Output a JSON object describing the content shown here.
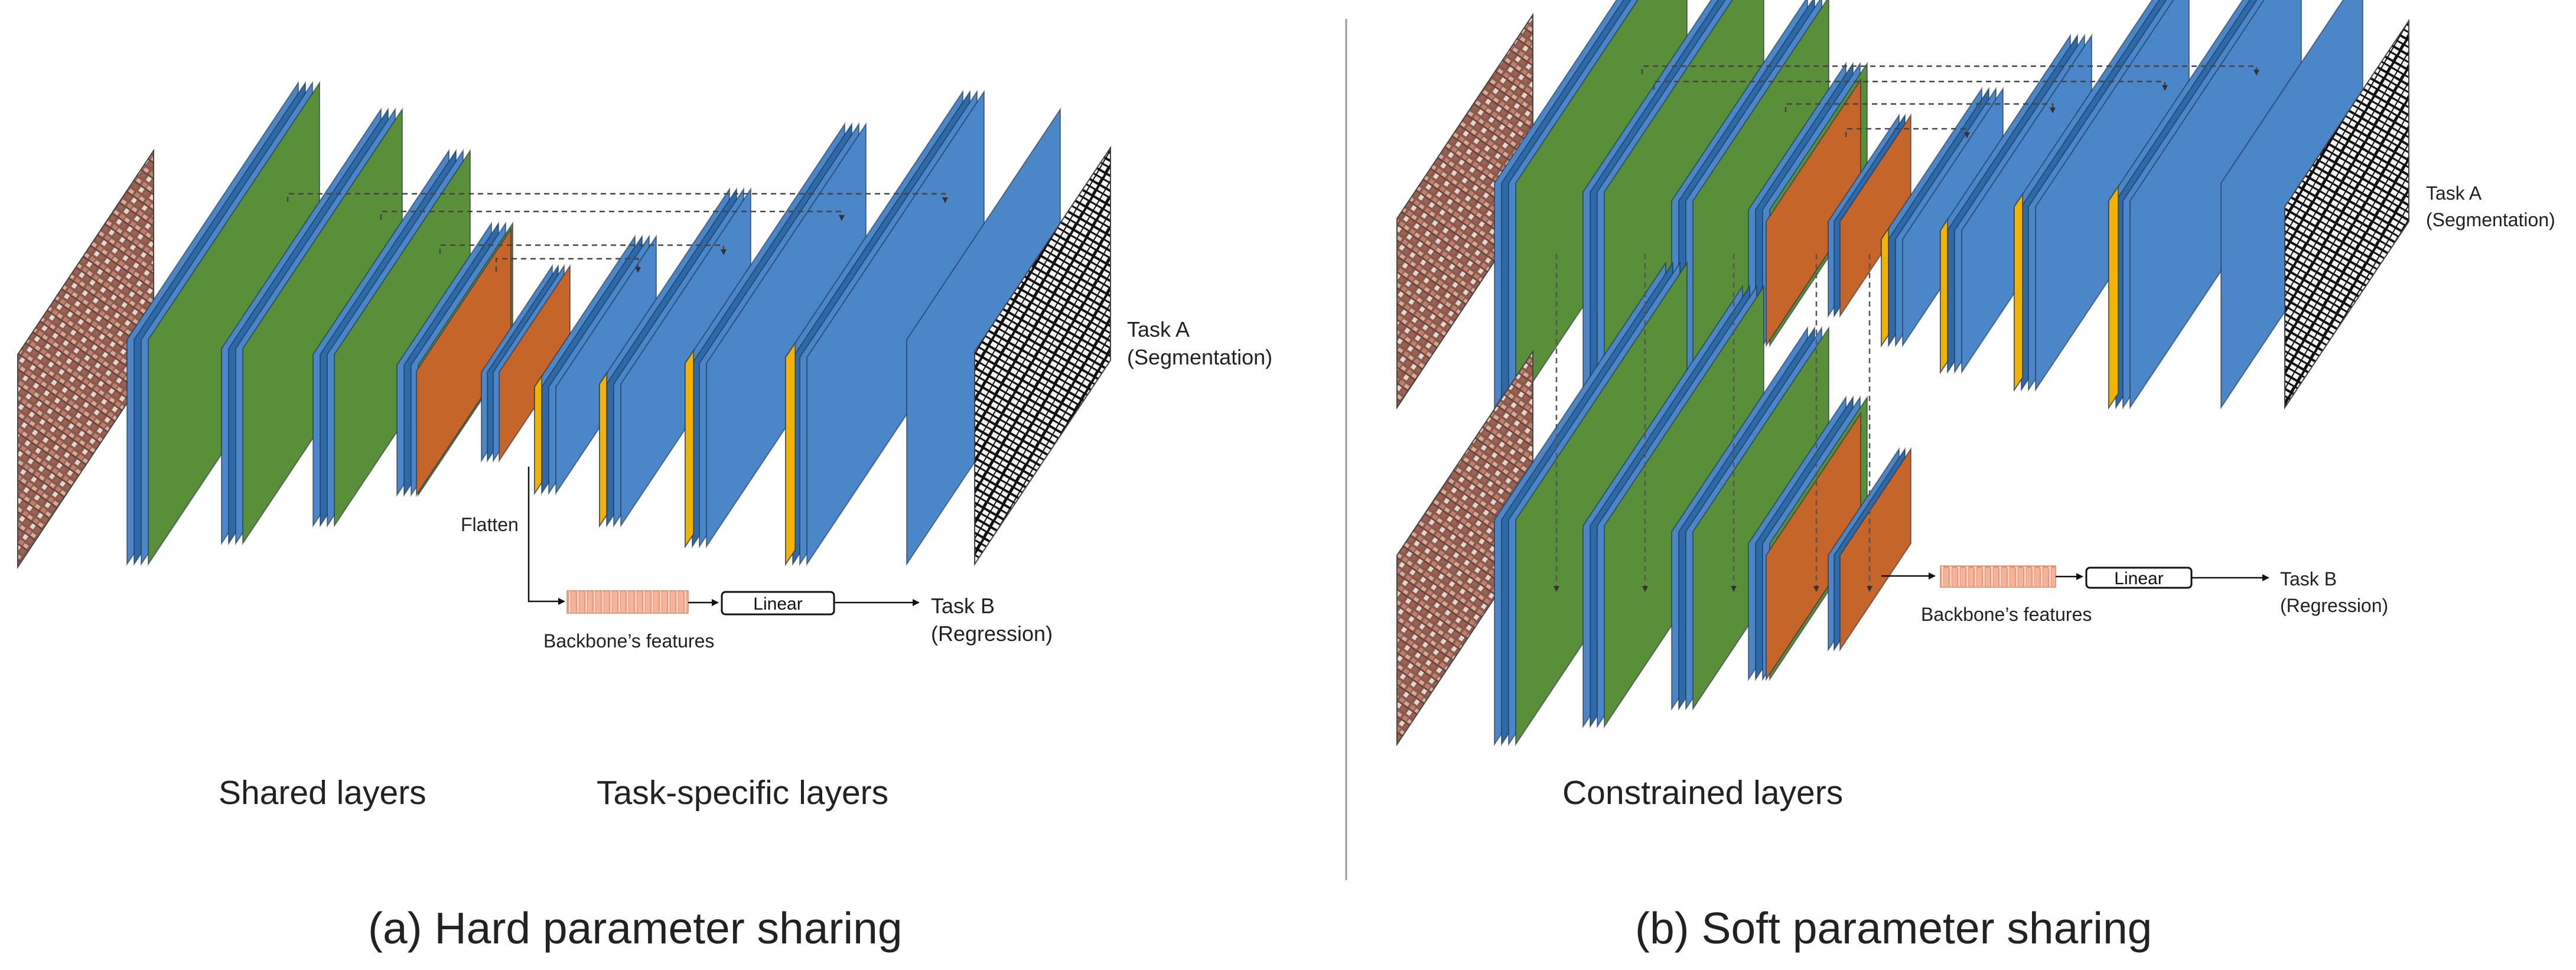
{
  "hard": {
    "task_a": "Task A",
    "task_a_sub": "(Segmentation)",
    "task_b": "Task B",
    "task_b_sub": "(Regression)",
    "flatten": "Flatten",
    "linear": "Linear",
    "backbone": "Backbone’s features",
    "shared_layers": "Shared layers",
    "task_specific_layers": "Task-specific layers",
    "caption": "(a) Hard parameter sharing"
  },
  "soft": {
    "task_a": "Task A",
    "task_a_sub": "(Segmentation)",
    "task_b": "Task B",
    "task_b_sub": "(Regression)",
    "linear": "Linear",
    "backbone": "Backbone’s features",
    "constrained_layers": "Constrained layers",
    "caption": "(b) Soft parameter sharing"
  },
  "colors": {
    "conv_blue": "#4a86c8",
    "conv_blue_dark": "#2f6aa8",
    "conv_green": "#5a8f3a",
    "pool_orange": "#c5652a",
    "concat_yellow": "#f2b200",
    "feature_pink": "#f5b39a",
    "divider": "#9a9a9a"
  }
}
